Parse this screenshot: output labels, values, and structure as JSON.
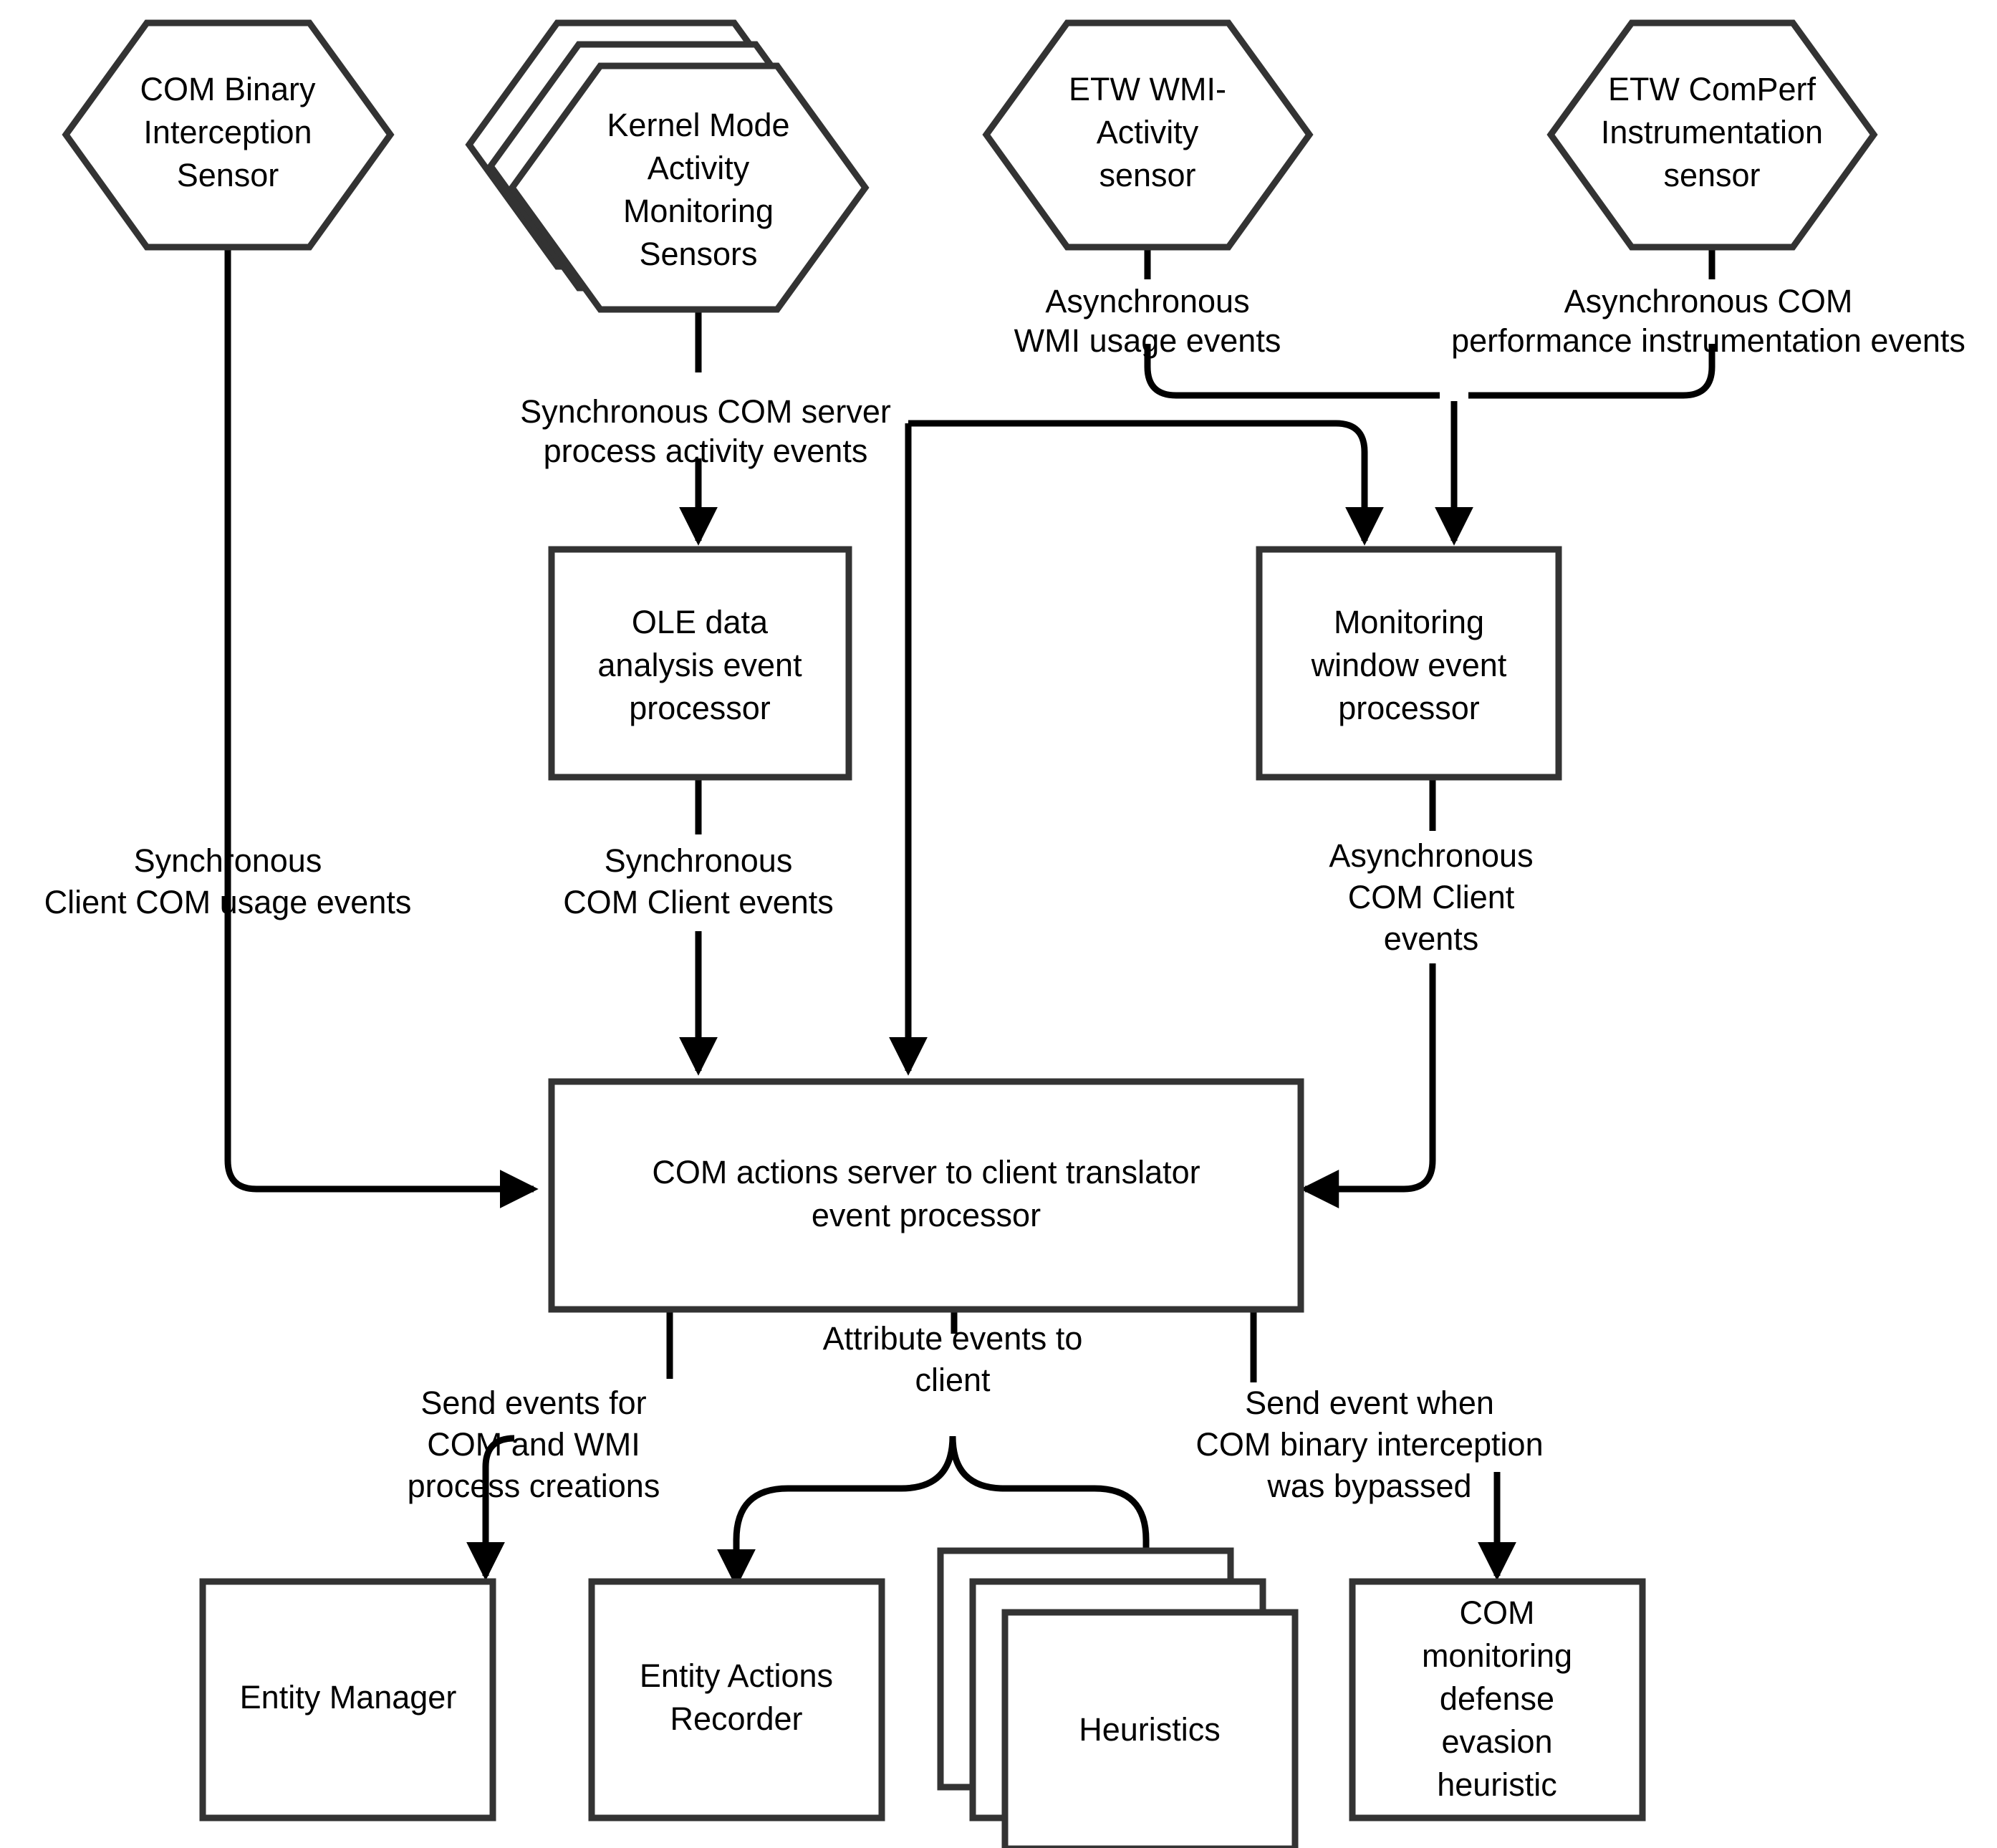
{
  "diagram": {
    "title": "COM monitoring sensor and event processing architecture",
    "colors": {
      "shape_stroke": "#333333",
      "shape_fill": "#ffffff",
      "edge_stroke": "#000000",
      "text": "#000000",
      "background": "#ffffff"
    },
    "sensors": [
      {
        "id": "com-binary-interception-sensor",
        "shape": "hexagon",
        "stacked": false,
        "lines": [
          "COM Binary",
          "Interception",
          "Sensor"
        ]
      },
      {
        "id": "kernel-mode-activity-monitoring-sensors",
        "shape": "hexagon",
        "stacked": true,
        "stack_count": 3,
        "lines": [
          "Kernel Mode",
          "Activity",
          "Monitoring",
          "Sensors"
        ]
      },
      {
        "id": "etw-wmi-activity-sensor",
        "shape": "hexagon",
        "stacked": false,
        "lines": [
          "ETW WMI-",
          "Activity",
          "sensor"
        ]
      },
      {
        "id": "etw-comperf-instrumentation-sensor",
        "shape": "hexagon",
        "stacked": false,
        "lines": [
          "ETW ComPerf",
          "Instrumentation",
          "sensor"
        ]
      }
    ],
    "processors": [
      {
        "id": "ole-data-analysis-event-processor",
        "shape": "rectangle",
        "lines": [
          "OLE data",
          "analysis event",
          "processor"
        ]
      },
      {
        "id": "monitoring-window-event-processor",
        "shape": "rectangle",
        "lines": [
          "Monitoring",
          "window event",
          "processor"
        ]
      },
      {
        "id": "com-actions-translator-event-processor",
        "shape": "rectangle",
        "lines": [
          "COM actions server to client translator",
          "event processor"
        ]
      }
    ],
    "consumers": [
      {
        "id": "entity-manager",
        "shape": "rectangle",
        "stacked": false,
        "lines": [
          "Entity Manager"
        ]
      },
      {
        "id": "entity-actions-recorder",
        "shape": "rectangle",
        "stacked": false,
        "lines": [
          "Entity Actions",
          "Recorder"
        ]
      },
      {
        "id": "heuristics",
        "shape": "rectangle",
        "stacked": true,
        "stack_count": 3,
        "lines": [
          "Heuristics"
        ]
      },
      {
        "id": "com-monitoring-defense-evasion-heuristic",
        "shape": "rectangle",
        "stacked": false,
        "lines": [
          "COM",
          "monitoring",
          "defense",
          "evasion",
          "heuristic"
        ]
      }
    ],
    "edge_labels": [
      {
        "id": "asynchronous-wmi-usage-events",
        "lines": [
          "Asynchronous",
          "WMI usage events"
        ]
      },
      {
        "id": "asynchronous-com-performance-instrumentation-events",
        "lines": [
          "Asynchronous COM",
          "performance instrumentation events"
        ]
      },
      {
        "id": "synchronous-com-server-process-activity-events",
        "lines": [
          "Synchronous  COM server",
          "process activity events"
        ]
      },
      {
        "id": "synchronous-client-com-usage-events",
        "lines": [
          "Synchronous",
          "Client COM usage events"
        ]
      },
      {
        "id": "synchronous-com-client-events",
        "lines": [
          "Synchronous",
          "COM Client events"
        ]
      },
      {
        "id": "asynchronous-com-client-events",
        "lines": [
          "Asynchronous",
          "COM Client",
          "events"
        ]
      },
      {
        "id": "send-events-for-com-and-wmi-process-creations",
        "lines": [
          "Send events for",
          "COM and WMI",
          "process creations"
        ]
      },
      {
        "id": "attribute-events-to-client",
        "lines": [
          "Attribute events to",
          "client"
        ]
      },
      {
        "id": "send-event-when-com-binary-interception-was-bypassed",
        "lines": [
          "Send event when",
          "COM binary interception",
          "was bypassed"
        ]
      }
    ]
  }
}
